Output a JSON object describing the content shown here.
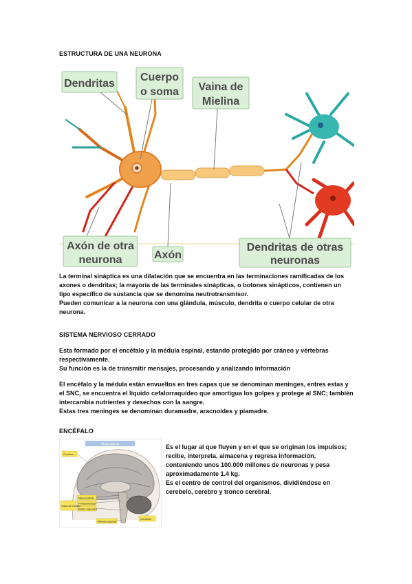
{
  "title": "ESTRUCTURA DE UNA NEURONA",
  "figure_labels": {
    "dendritas": "Dendritas",
    "cuerpo_1": "Cuerpo",
    "cuerpo_2": "o soma",
    "vaina_1": "Vaina de",
    "vaina_2": "Mielina",
    "axon_otra_1": "Axón de otra",
    "axon_otra_2": "neurona",
    "axon": "Axón",
    "dendritas_otras_1": "Dendritas de otras",
    "dendritas_otras_2": "neuronas"
  },
  "paragraph1": [
    "La terminal sináptica es una dilatación que se encuentra en las terminaciones ramificadas de los axones o dendritas; la mayoría de las terminales sinápticas, o botones sinápticos, contienen un tipo específico de sustancia que se denomina neutrotransmisor.",
    "Pueden comunicar a la neurona con una glándula, músculo, dendrita o cuerpo celular de otra neurona."
  ],
  "section2_title": "SISTEMA NERVIOSO CERRADO",
  "paragraph2": [
    "Esta formado por el encéfalo y la médula espinal, estando protegido por cráneo y vértebras respectivamente.",
    "Su función es la de transmitir mensajes, procesando y analizando información"
  ],
  "paragraph3": [
    "El encéfalo y la médula están envueltos en tres capas que se denominan meninges, entres estas y el SNC, se encuentra el líquido cefalorraquídeo que amortigua los golpes y protege al SNC; también intercambia nutrientes y desechos con la sangre.",
    "Estas tres meninges se denominan duramadre, aracnoides y piamadre."
  ],
  "section3_title": "ENCÉFALO",
  "brain_labels": {
    "header": "Vista lateral",
    "cerebro": "Cerebro",
    "mesencefalo": "Mesencéfalo",
    "protuberancia": "Protuberancia",
    "tronco": "Tronco del encéfalo",
    "bulbo": "Bulbo raquídeo",
    "medula": "Médula espinal",
    "cerebelo": "Cerebelo"
  },
  "encefalo_text": [
    "Es el lugar al que fluyen y en el que se originan los impulsos; recibe, interpreta, almacena y regresa información, conteniendo unos 100.000 millones de neuronas y pesa aproximadamente 1.4 kg.",
    "Es el centro de control del organismos, dividiéndose en cerebelo, cerebro y tronco cerebral."
  ]
}
